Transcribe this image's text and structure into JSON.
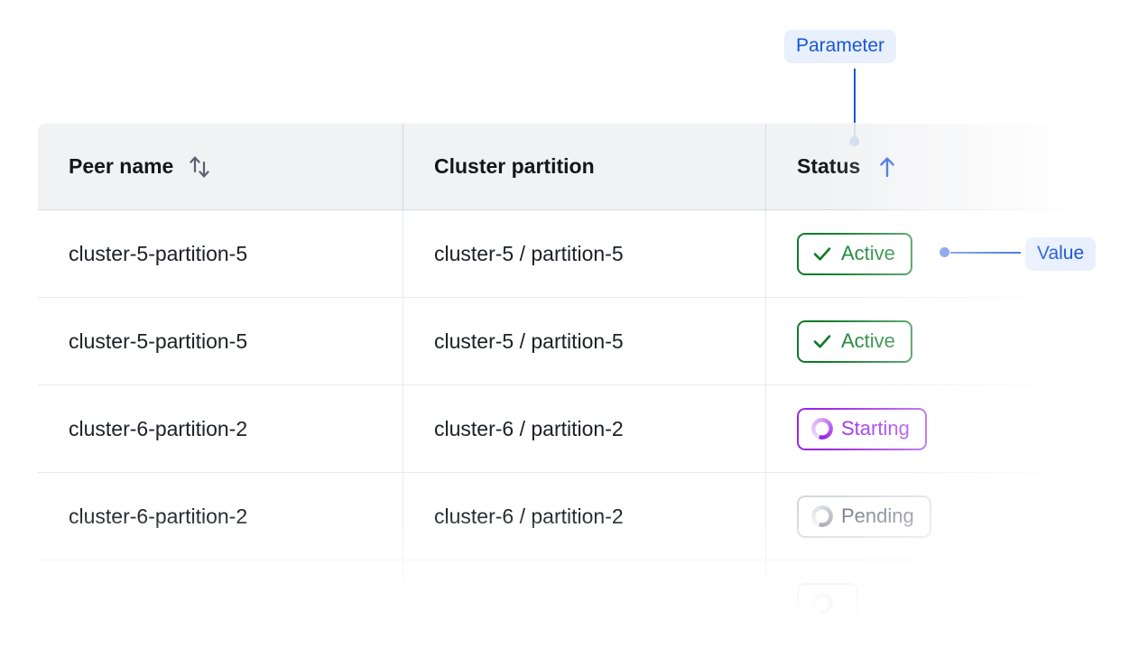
{
  "annotations": {
    "parameter": {
      "label": "Parameter"
    },
    "value": {
      "label": "Value"
    }
  },
  "colors": {
    "annotation_blue": "#1a56d6",
    "annotation_badge_bg": "#e8f0fe",
    "header_bg": "#f1f2f4",
    "active_green": "#0b7a28",
    "starting_purple": "#9a25e8",
    "pending_grey": "#6b7280",
    "border": "#d6d9de"
  },
  "table": {
    "columns": [
      {
        "label": "Peer name",
        "sort_icon": "sort-both-icon",
        "sorted": false
      },
      {
        "label": "Cluster partition",
        "sort_icon": null,
        "sorted": false
      },
      {
        "label": "Status",
        "sort_icon": "sort-ascending-arrow-icon",
        "sorted": true,
        "direction": "ascending"
      }
    ],
    "rows": [
      {
        "peer_name": "cluster-5-partition-5",
        "cluster_partition": "cluster-5 / partition-5",
        "status": "Active",
        "status_variant": "active",
        "status_icon": "check-icon"
      },
      {
        "peer_name": "cluster-5-partition-5",
        "cluster_partition": "cluster-5 / partition-5",
        "status": "Active",
        "status_variant": "active",
        "status_icon": "check-icon"
      },
      {
        "peer_name": "cluster-6-partition-2",
        "cluster_partition": "cluster-6 / partition-2",
        "status": "Starting",
        "status_variant": "starting",
        "status_icon": "spinner-icon"
      },
      {
        "peer_name": "cluster-6-partition-2",
        "cluster_partition": "cluster-6 / partition-2",
        "status": "Pending",
        "status_variant": "pending",
        "status_icon": "spinner-icon"
      },
      {
        "peer_name": "",
        "cluster_partition": "",
        "status": "",
        "status_variant": "pending",
        "status_icon": "spinner-icon"
      }
    ]
  }
}
